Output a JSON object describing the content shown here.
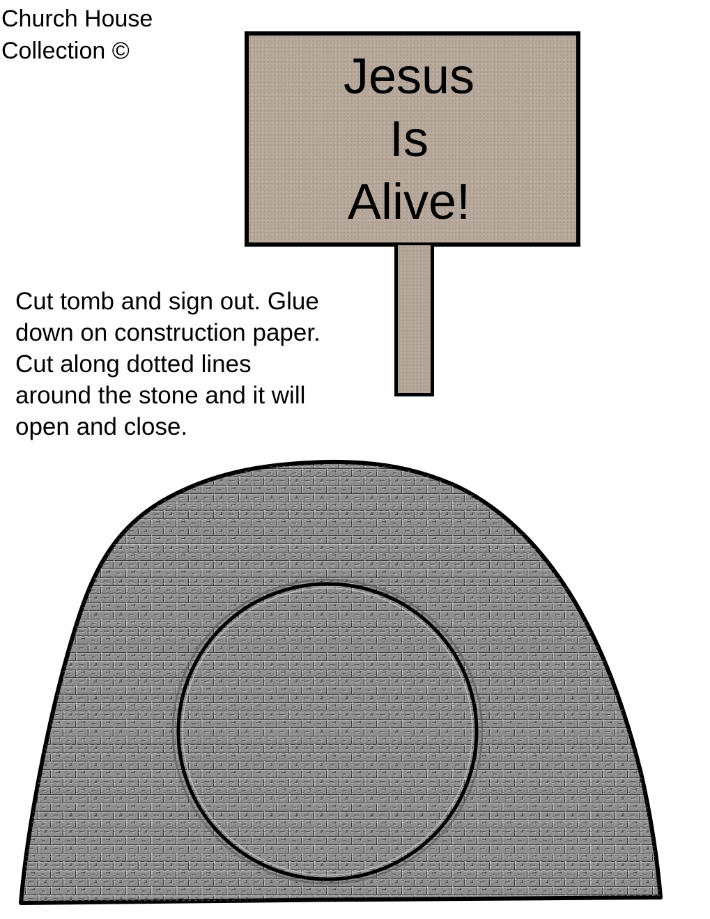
{
  "credit": {
    "line1": "Church House",
    "line2": "Collection ©"
  },
  "sign": {
    "line1": "Jesus",
    "line2": "Is",
    "line3": "Alive!",
    "board_color": "#b7a89c"
  },
  "instructions": {
    "lines": [
      "Cut tomb and sign out. Glue",
      "down on construction paper.",
      "Cut along dotted lines",
      "around the stone and it will",
      "open and close."
    ]
  },
  "tomb": {
    "fill_color": "#8f8f8f",
    "texture": "stone-brick"
  }
}
